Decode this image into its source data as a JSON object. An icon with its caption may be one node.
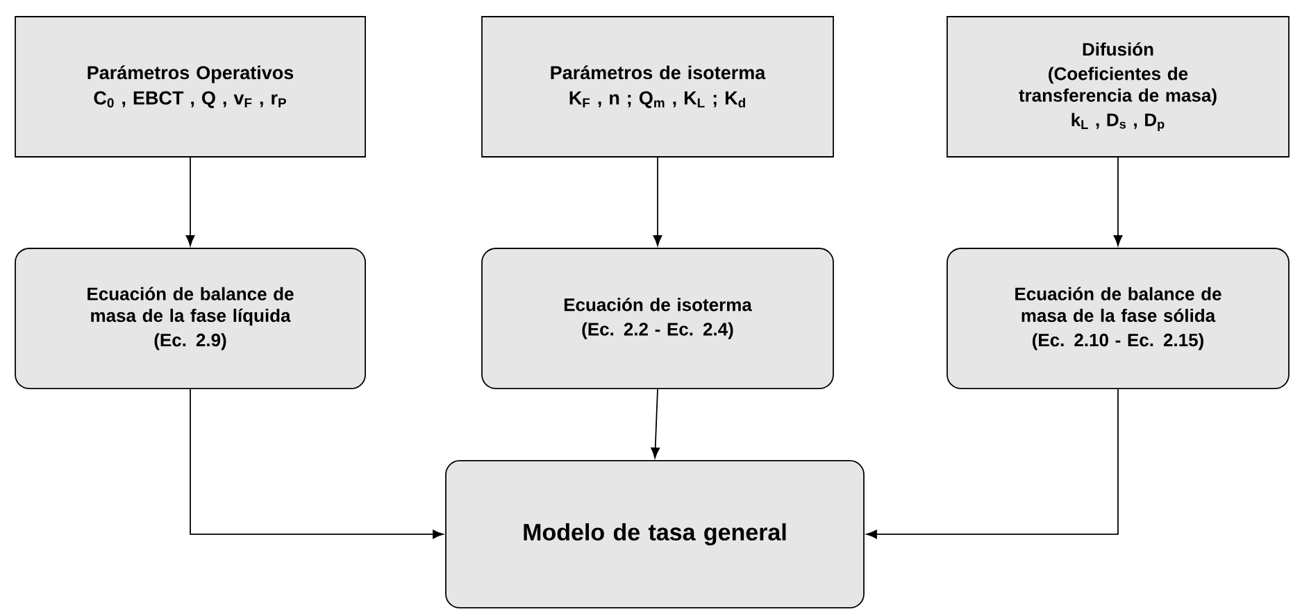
{
  "diagram": {
    "nodes": [
      {
        "text": [
          "Parámetros Operativos",
          "C$_{0}$ , EBCT , Q , v$_{F}$ , r$_{P}$"
        ]
      },
      {
        "text": [
          "Parámetros de isoterma",
          "K$_{F}$ , n ; Q$_{m}$ , K$_{L}$ ; K$_{d}$"
        ]
      },
      {
        "text": [
          "Difusión",
          "(Coeficientes de transferencia de masa)",
          "k$_{L}$ , D$_{s}$ , D$_{p}$"
        ]
      },
      {
        "text": [
          "Ecuación de balance de masa de la fase líquida",
          "(Ec. 2.9)"
        ]
      },
      {
        "text": [
          "Ecuación de isoterma",
          "(Ec. 2.2 - Ec. 2.4)"
        ]
      },
      {
        "text": [
          "Ecuación de balance de masa de la fase sólida",
          "(Ec. 2.10 - Ec. 2.15)"
        ]
      },
      {
        "text": [
          "Modelo de tasa general"
        ]
      }
    ],
    "edges": [
      {
        "from": 0,
        "to": 3,
        "arrow": "to"
      },
      {
        "from": 1,
        "to": 4,
        "arrow": "to"
      },
      {
        "from": 2,
        "to": 5,
        "arrow": "to"
      },
      {
        "from": 3,
        "to": 6,
        "arrow": "to"
      },
      {
        "from": 4,
        "to": 6,
        "arrow": "to"
      },
      {
        "from": 5,
        "to": 6,
        "arrow": "to"
      }
    ]
  }
}
